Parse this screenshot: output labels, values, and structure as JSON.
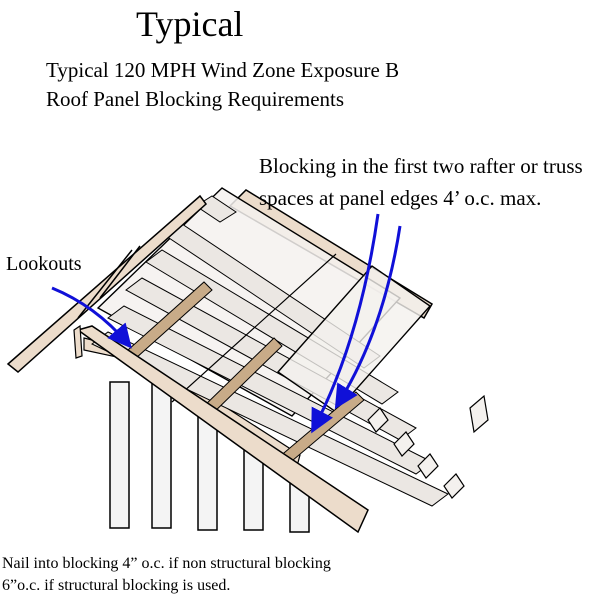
{
  "title": "Typical",
  "subtitle_line1": "Typical 120 MPH Wind Zone Exposure B",
  "subtitle_line2": "Roof Panel Blocking Requirements",
  "annotation_line1": "Blocking in the first two rafter or truss",
  "annotation_line2": "spaces at panel edges 4’ o.c. max.",
  "lookouts_label": "Lookouts",
  "note_line1": "Nail into blocking 4” o.c. if non structural blocking",
  "note_line2": "6”o.c. if structural blocking is used.",
  "colors": {
    "fascia": "#ecdccb",
    "panel": "#f4f1ee",
    "stud": "#f4f4f4",
    "blocking": "#c8ab88",
    "arrow": "#1010d8"
  },
  "icons": [
    "blue-arrow-icon"
  ]
}
